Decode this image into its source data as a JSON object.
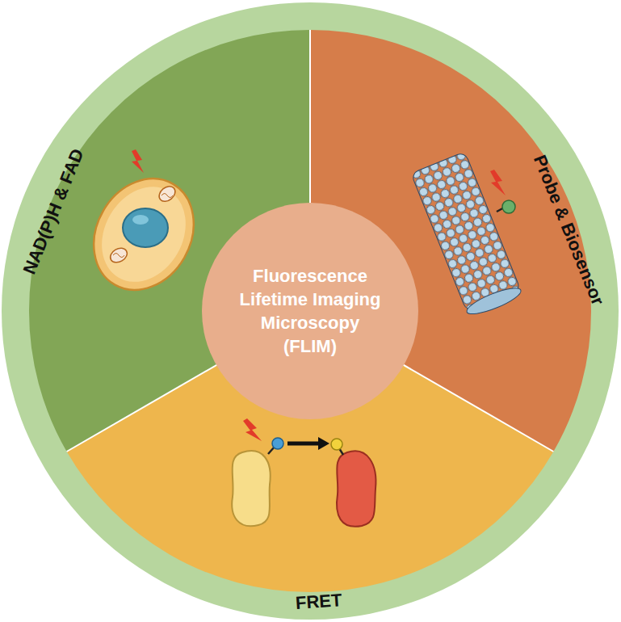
{
  "diagram": {
    "nodes": [
      {
        "text": [
          "Fluorescence Lifetime Imaging Microscopy (FLIM)"
        ]
      }
    ],
    "labels": [
      "NAD(P)H & FAD",
      "Probe & Biosensor",
      "FRET"
    ]
  }
}
